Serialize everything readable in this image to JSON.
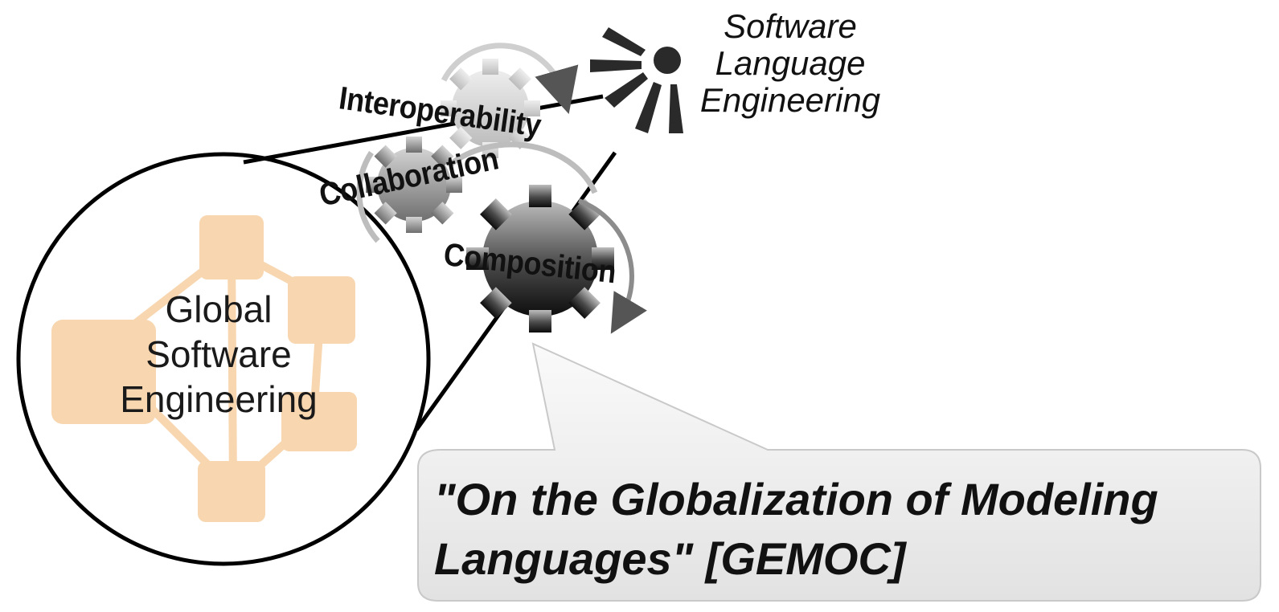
{
  "software_language_engineering": {
    "line1": "Software",
    "line2": "Language",
    "line3": "Engineering",
    "icon": "burst-icon"
  },
  "global_software_engineering": {
    "line1": "Global",
    "line2": "Software",
    "line3": "Engineering",
    "icon": "network-icon",
    "accent": "#f7d6b0"
  },
  "gears": {
    "interoperability": "Interoperability",
    "collaboration": "Collaboration",
    "composition": "Composition"
  },
  "callout": {
    "line1": "\"On the Globalization of Modeling",
    "line2": "Languages\" [GEMOC]"
  }
}
